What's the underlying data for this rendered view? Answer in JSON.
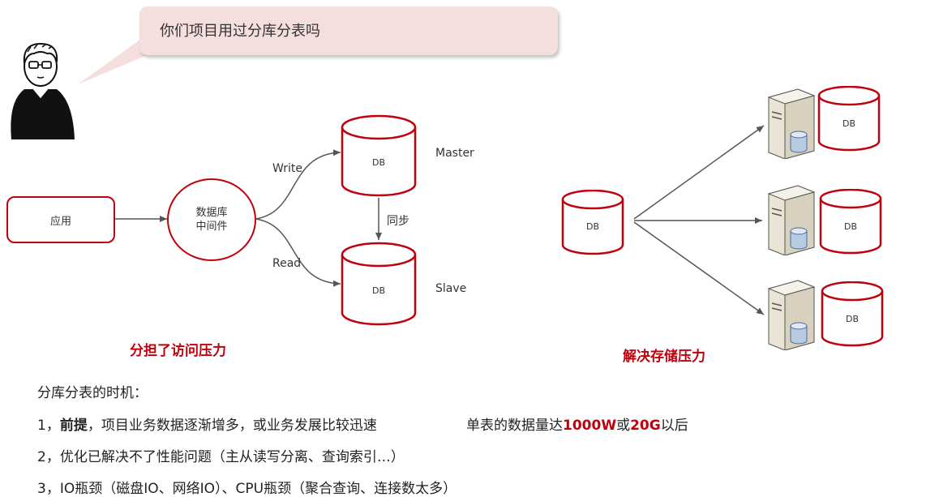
{
  "bubble": {
    "text": "你们项目用过分库分表吗"
  },
  "left_diagram": {
    "app_label": "应用",
    "middleware_line1": "数据库",
    "middleware_line2": "中间件",
    "write_label": "Write",
    "read_label": "Read",
    "master_db": "DB",
    "slave_db": "DB",
    "master_label": "Master",
    "slave_label": "Slave",
    "sync_label": "同步",
    "caption": "分担了访问压力"
  },
  "right_diagram": {
    "source_db": "DB",
    "target_dbs": [
      "DB",
      "DB",
      "DB"
    ],
    "caption": "解决存储压力"
  },
  "notes": {
    "heading": "分库分表的时机：",
    "line1_prefix": "1，",
    "line1_bold": "前提",
    "line1_rest": "，项目业务数据逐渐增多，或业务发展比较迅速",
    "line1_right_a": "单表的数据量达",
    "line1_right_b": "1000W",
    "line1_right_c": "或",
    "line1_right_d": "20G",
    "line1_right_e": "以后",
    "line2": "2，优化已解决不了性能问题（主从读写分离、查询索引…）",
    "line3": "3，IO瓶颈（磁盘IO、网络IO）、CPU瓶颈（聚合查询、连接数太多）"
  },
  "colors": {
    "accent": "#c0000d",
    "bubble": "#f5dede"
  }
}
